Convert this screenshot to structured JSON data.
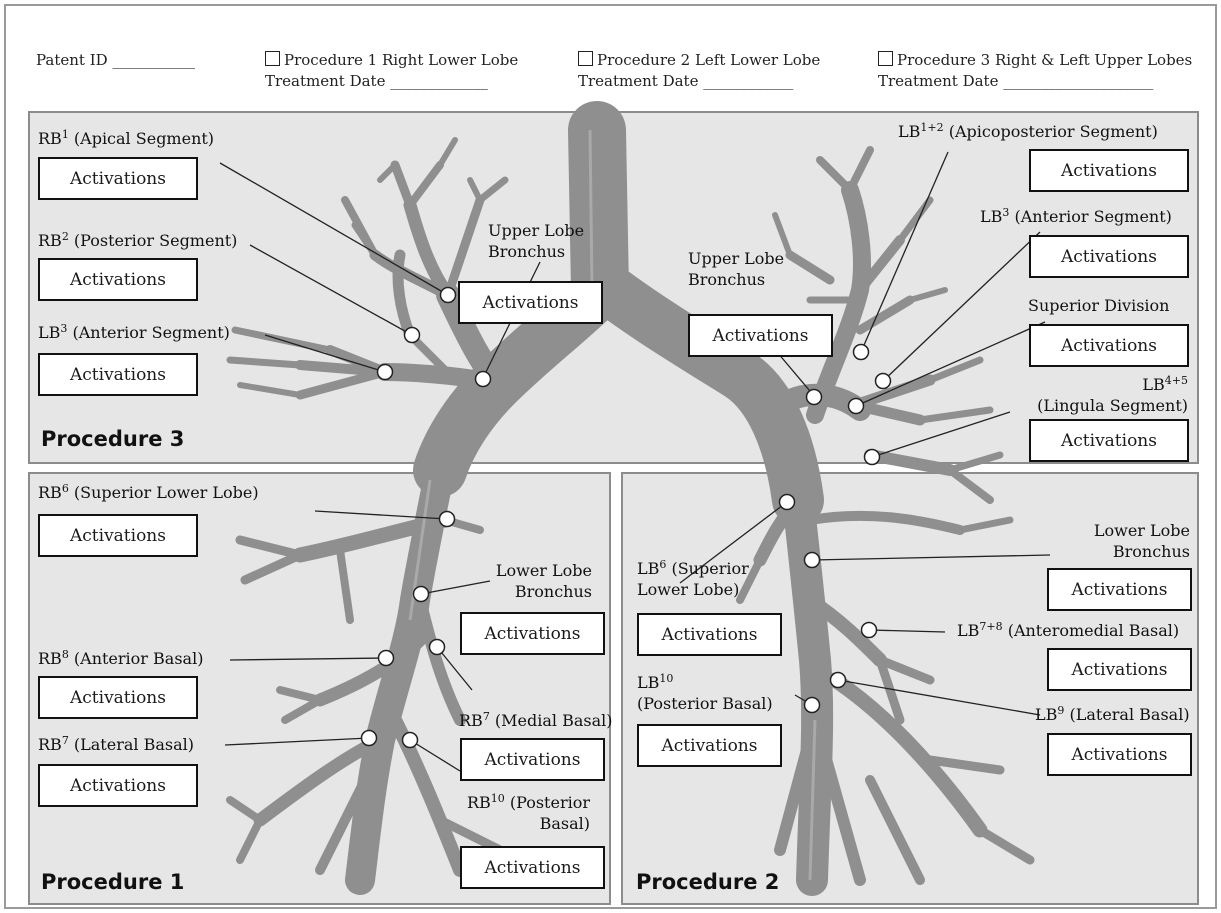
{
  "header": {
    "patient_id": "Patent ID ___________",
    "proc1_title": "Procedure 1 Right Lower Lobe",
    "proc1_date": "Treatment Date _____________",
    "proc2_title": "Procedure 2 Left Lower Lobe",
    "proc2_date": "Treatment Date ____________",
    "proc3_title": "Procedure 3 Right & Left Upper Lobes",
    "proc3_date": "Treatment Date ____________________"
  },
  "panels": {
    "procedure3": "Procedure 3",
    "procedure1": "Procedure 1",
    "procedure2": "Procedure 2"
  },
  "activations": "Activations",
  "labels": {
    "rb1": {
      "base": "RB",
      "sup": "1",
      "text": " (Apical Segment)"
    },
    "rb2": {
      "base": "RB",
      "sup": "2",
      "text": " (Posterior Segment)"
    },
    "lb3_right": {
      "base": "LB",
      "sup": "3",
      "text": " (Anterior Segment)"
    },
    "upper_lobe_bronchus_right": {
      "line1": "Upper Lobe",
      "line2": "Bronchus"
    },
    "upper_lobe_bronchus_left": {
      "line1": "Upper Lobe",
      "line2": "Bronchus"
    },
    "lb1_2": {
      "base": "LB",
      "sup": "1+2",
      "text": " (Apicoposterior Segment)"
    },
    "lb3_left": {
      "base": "LB",
      "sup": "3",
      "text": " (Anterior Segment)"
    },
    "superior_division": {
      "text": "Superior Division"
    },
    "lb4_5": {
      "base": "LB",
      "sup": "4+5",
      "line2": "(Lingula Segment)"
    },
    "rb6": {
      "base": "RB",
      "sup": "6",
      "text": " (Superior Lower Lobe)"
    },
    "lower_lobe_bronchus_right": {
      "line1": "Lower Lobe",
      "line2": "Bronchus"
    },
    "rb8": {
      "base": "RB",
      "sup": "8",
      "text": " (Anterior Basal)"
    },
    "rb7_medial": {
      "base": "RB",
      "sup": "7",
      "text": " (Medial Basal)"
    },
    "rb7_lateral": {
      "base": "RB",
      "sup": "7",
      "text": " (Lateral Basal)"
    },
    "rb10": {
      "base": "RB",
      "sup": "10",
      "text": " (Posterior",
      "line2": "Basal)"
    },
    "lb6": {
      "base": "LB",
      "sup": "6",
      "text": " (Superior",
      "line2": "Lower Lobe)"
    },
    "lower_lobe_bronchus_left": {
      "line1": "Lower Lobe",
      "line2": "Bronchus"
    },
    "lb7_8": {
      "base": "LB",
      "sup": "7+8",
      "text": " (Anteromedial Basal)"
    },
    "lb10": {
      "base": "LB",
      "sup": "10",
      "line2": "(Posterior Basal)"
    },
    "lb9": {
      "base": "LB",
      "sup": "9",
      "text": " (Lateral Basal)"
    }
  },
  "colors": {
    "panel_bg": "#e6e6e6",
    "airway": "#8f8f8f",
    "airway_light": "#b3b3b3",
    "marker_fill": "#ffffff"
  }
}
